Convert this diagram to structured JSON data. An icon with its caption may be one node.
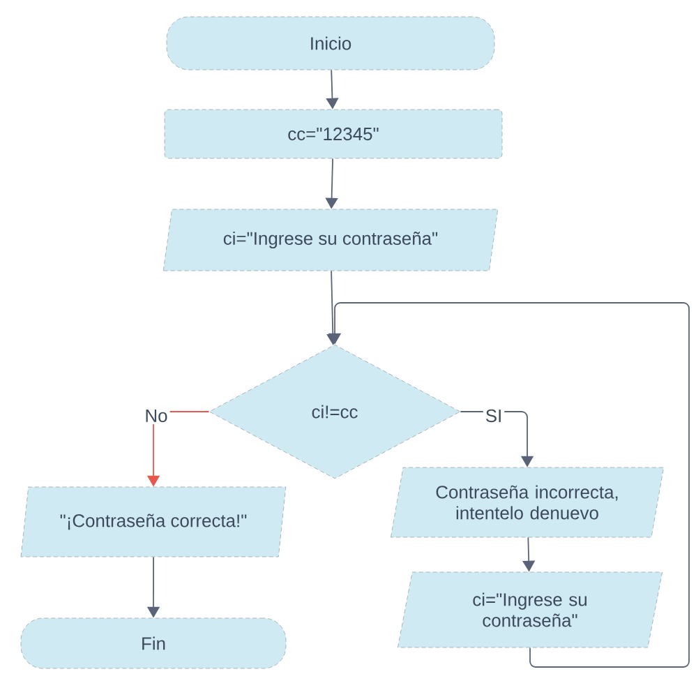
{
  "diagram": {
    "nodes": [
      {
        "text": [
          "Inicio"
        ]
      },
      {
        "text": [
          "cc=\"12345\""
        ]
      },
      {
        "text": [
          "ci=\"Ingrese su contraseña\""
        ]
      },
      {
        "text": [
          "ci!=cc"
        ]
      },
      {
        "text": [
          "\"¡Contraseña correcta!\""
        ]
      },
      {
        "text": [
          "Fin"
        ]
      },
      {
        "text": [
          "Contraseña incorrecta, intentelo denuevo"
        ]
      },
      {
        "text": [
          "ci=\"Ingrese su contraseña\""
        ]
      }
    ],
    "edges": [
      {
        "from": 0,
        "to": 1,
        "arrow": "to"
      },
      {
        "from": 1,
        "to": 2,
        "arrow": "to"
      },
      {
        "from": 2,
        "to": 3,
        "arrow": "to"
      },
      {
        "from": 3,
        "to": 4,
        "arrow": "to",
        "label": "No",
        "color": "#e8584f"
      },
      {
        "from": 4,
        "to": 5,
        "arrow": "to"
      },
      {
        "from": 3,
        "to": 6,
        "arrow": "to",
        "label": "SI"
      },
      {
        "from": 6,
        "to": 7,
        "arrow": "to"
      },
      {
        "from": 7,
        "to": 3,
        "arrow": "to"
      }
    ]
  }
}
